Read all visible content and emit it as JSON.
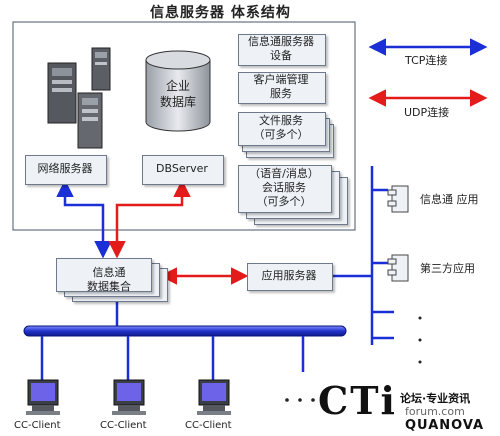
{
  "title": "信息服务器 体系结构",
  "legend": {
    "tcp_label": "TCP连接",
    "udp_label": "UDP连接",
    "tcp_color": "#1b2fd6",
    "udp_color": "#e31b1b"
  },
  "database_label": "企业\n数据库",
  "network_server": "网络服务器",
  "db_server": "DBServer",
  "server_services": [
    "信息通服务器\n设备",
    "客户端管理\n服务",
    "文件服务\n（可多个）",
    "（语音/消息）\n会话服务\n（可多个）"
  ],
  "cluster_label": "信息通\n数据集合",
  "app_server": "应用服务器",
  "apps": [
    "信息通  应用",
    "第三方应用"
  ],
  "clients": [
    "CC-Client",
    "CC-Client",
    "CC-Client"
  ],
  "watermark": {
    "brand": "CTi",
    "cn": "论坛·专业资讯",
    "forum": "forum.com",
    "qn": "QUANOVA"
  }
}
